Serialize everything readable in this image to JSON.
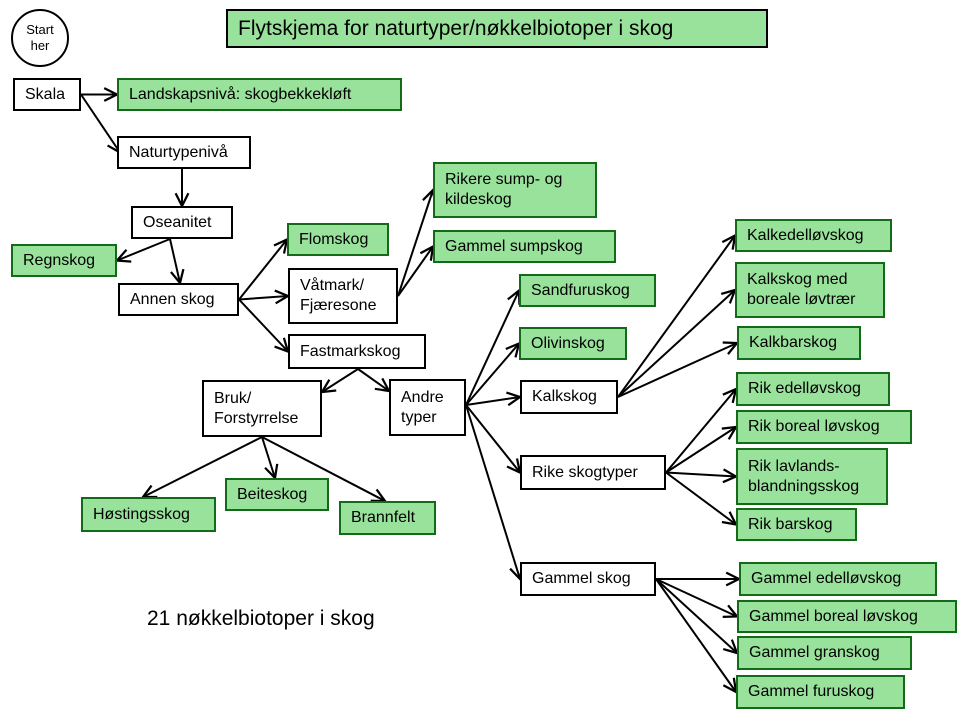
{
  "title": "Flytskjema for naturtyper/nøkkelbiotoper i skog",
  "start": "Start\nher",
  "footer": "21 nøkkelbiotoper i skog",
  "colors": {
    "result_fill": "#99e29b",
    "result_border": "#136a17",
    "decision_fill": "#ffffff",
    "line": "#000000"
  },
  "nodes": {
    "skala": "Skala",
    "landskap": "Landskapsnivå: skogbekkekløft",
    "naturtype": "Naturtypenivå",
    "oseanitet": "Oseanitet",
    "regnskog": "Regnskog",
    "annen": "Annen skog",
    "flomskog": "Flomskog",
    "vatmark": "Våtmark/\nFjæresone",
    "fastmark": "Fastmarkskog",
    "rikere_sump": "Rikere sump- og\nkildeskog",
    "gammel_sump": "Gammel sumpskog",
    "bruk": "Bruk/\nForstyrrelse",
    "andre": "Andre\ntyper",
    "hosting": "Høstingsskog",
    "beite": "Beiteskog",
    "brann": "Brannfelt",
    "sandfuru": "Sandfuruskog",
    "olivin": "Olivinskog",
    "kalkskog": "Kalkskog",
    "rike": "Rike skogtyper",
    "gammelskog": "Gammel skog",
    "kalkedel": "Kalkedelløvskog",
    "kalkboreal": "Kalkskog med\nboreale løvtrær",
    "kalkbar": "Kalkbarskog",
    "rikedel": "Rik edelløvskog",
    "rikboreal": "Rik boreal løvskog",
    "riklavland": "Rik lavlands-\nblandningsskog",
    "rikbar": "Rik barskog",
    "gedel": "Gammel edelløvskog",
    "gboreal": "Gammel boreal løvskog",
    "ggran": "Gammel granskog",
    "gfuru": "Gammel furuskog"
  },
  "edges": [
    [
      "skala",
      "landskap"
    ],
    [
      "skala",
      "naturtype"
    ],
    [
      "naturtype",
      "oseanitet"
    ],
    [
      "oseanitet",
      "regnskog"
    ],
    [
      "oseanitet",
      "annen"
    ],
    [
      "annen",
      "flomskog"
    ],
    [
      "annen",
      "vatmark"
    ],
    [
      "annen",
      "fastmark"
    ],
    [
      "vatmark",
      "rikere_sump"
    ],
    [
      "vatmark",
      "gammel_sump"
    ],
    [
      "fastmark",
      "bruk"
    ],
    [
      "fastmark",
      "andre"
    ],
    [
      "bruk",
      "hosting"
    ],
    [
      "bruk",
      "beite"
    ],
    [
      "bruk",
      "brann"
    ],
    [
      "andre",
      "sandfuru"
    ],
    [
      "andre",
      "olivin"
    ],
    [
      "andre",
      "kalkskog"
    ],
    [
      "andre",
      "rike"
    ],
    [
      "andre",
      "gammelskog"
    ],
    [
      "kalkskog",
      "kalkedel"
    ],
    [
      "kalkskog",
      "kalkboreal"
    ],
    [
      "kalkskog",
      "kalkbar"
    ],
    [
      "rike",
      "rikedel"
    ],
    [
      "rike",
      "rikboreal"
    ],
    [
      "rike",
      "riklavland"
    ],
    [
      "rike",
      "rikbar"
    ],
    [
      "gammelskog",
      "gedel"
    ],
    [
      "gammelskog",
      "gboreal"
    ],
    [
      "gammelskog",
      "ggran"
    ],
    [
      "gammelskog",
      "gfuru"
    ]
  ]
}
